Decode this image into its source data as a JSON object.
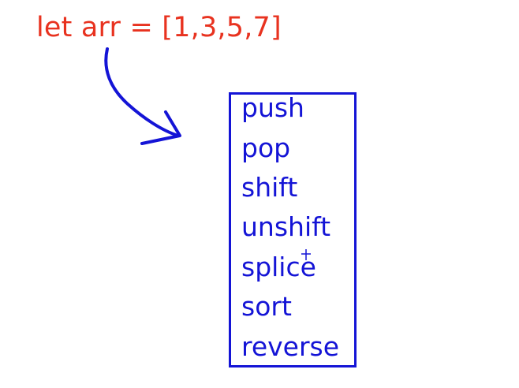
{
  "code": {
    "text": "let arr = [1,3,5,7]",
    "color": "#e8321f"
  },
  "arrow": {
    "color": "#1414d6",
    "icon": "curved-arrow-icon"
  },
  "methods": {
    "color": "#1414d6",
    "items": [
      {
        "label": "push"
      },
      {
        "label": "pop"
      },
      {
        "label": "shift"
      },
      {
        "label": "unshift"
      },
      {
        "label": "splice"
      },
      {
        "label": "sort"
      },
      {
        "label": "reverse"
      }
    ]
  }
}
